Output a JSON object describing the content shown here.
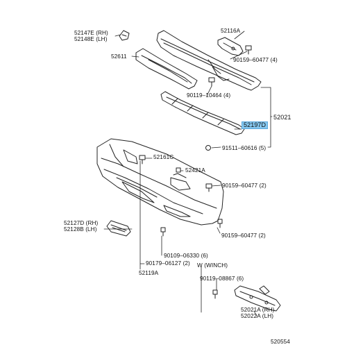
{
  "colors": {
    "line": "#222222",
    "highlight": "#86c8f0",
    "background": "#ffffff"
  },
  "labels": {
    "p52147E": "52147E (RH)",
    "p52148E": "52148E (LH)",
    "p52116A": "52116A",
    "p52611": "52611",
    "p90159_60477_4": "90159–60477 (4)",
    "p90119_10464_4": "90119–10464 (4)",
    "p52021": "52021",
    "p52197D": "52197D",
    "p91511_60616_5": "91511–60616 (5)",
    "p52161C": "52161C",
    "p52421A": "52421A",
    "p90159_60477_2a": "90159–60477 (2)",
    "p52127D": "52127D (RH)",
    "p52128B": "52128B (LH)",
    "p90159_60477_2b": "90159–60477 (2)",
    "p90109_06330_6": "90109–06330 (6)",
    "p90179_06127_2": "90179–06127 (2)",
    "p52119A": "52119A",
    "winch_header": "W (WINCH)",
    "p90119_08867_6": "90119–08867 (6)",
    "p52021A": "52021A (RH)",
    "p52022A": "52022A (LH)",
    "figure_number": "520554"
  }
}
